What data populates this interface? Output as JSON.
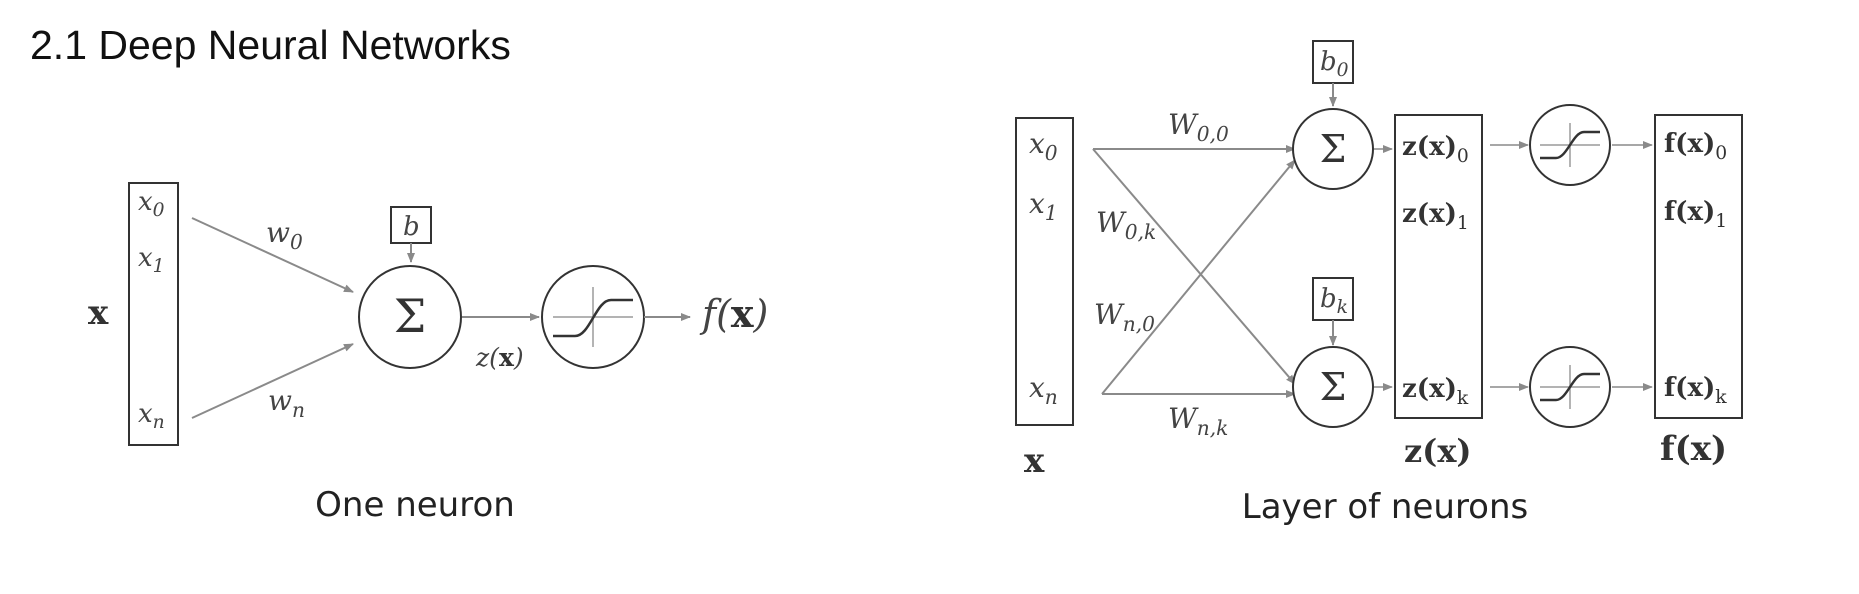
{
  "title": "2.1 Deep Neural Networks",
  "captions": {
    "left": "One neuron",
    "right": "Layer of neurons"
  },
  "left": {
    "input_vector": "x",
    "inputs": [
      {
        "base": "x",
        "sub": "0"
      },
      {
        "base": "x",
        "sub": "1"
      },
      {
        "base": "x",
        "sub": "n"
      }
    ],
    "weights": [
      {
        "base": "w",
        "sub": "0"
      },
      {
        "base": "w",
        "sub": "n"
      }
    ],
    "bias": "b",
    "sum_symbol": "Σ",
    "pre_activation": {
      "text": "z(",
      "bold": "x",
      "tail": ")"
    },
    "output": {
      "text": "f(",
      "bold": "x",
      "tail": ")"
    }
  },
  "right": {
    "input_vector": "x",
    "inputs": [
      {
        "base": "x",
        "sub": "0"
      },
      {
        "base": "x",
        "sub": "1"
      },
      {
        "base": "x",
        "sub": "n"
      }
    ],
    "weights": [
      {
        "base": "W",
        "sub": "0,0"
      },
      {
        "base": "W",
        "sub": "0,k"
      },
      {
        "base": "W",
        "sub": "n,0"
      },
      {
        "base": "W",
        "sub": "n,k"
      }
    ],
    "biases": [
      {
        "base": "b",
        "sub": "0"
      },
      {
        "base": "b",
        "sub": "k"
      }
    ],
    "sum_symbol": "Σ",
    "z_vector": {
      "head": "z(",
      "bold": "x",
      "tail": ")"
    },
    "z_outputs": [
      {
        "head": "z(x)",
        "sub": "0"
      },
      {
        "head": "z(x)",
        "sub": "1"
      },
      {
        "head": "z(x)",
        "sub": "k"
      }
    ],
    "f_vector": {
      "head": "f(",
      "bold": "x",
      "tail": ")"
    },
    "f_outputs": [
      {
        "head": "f(x)",
        "sub": "0"
      },
      {
        "head": "f(x)",
        "sub": "1"
      },
      {
        "head": "f(x)",
        "sub": "k"
      }
    ]
  }
}
